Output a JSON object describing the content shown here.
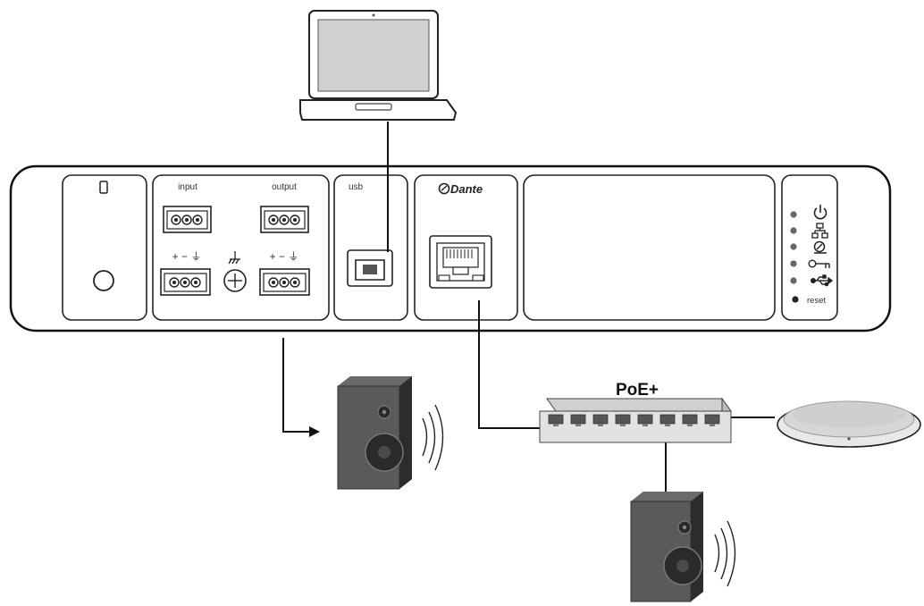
{
  "device": {
    "terminal_labels": {
      "input": "input",
      "output": "output",
      "usb": "usb",
      "reset": "reset",
      "polarity": "+ − ⏚"
    },
    "dante_logo_text": "Dante",
    "status_icons": [
      "power-icon",
      "network-icon",
      "dante-icon",
      "encryption-key-icon",
      "usb-icon"
    ]
  },
  "switch": {
    "label": "PoE+",
    "port_count": 8
  },
  "colors": {
    "line": "#111111",
    "panel_fill": "#ffffff",
    "speaker_dark": "#4a4a4a",
    "switch_fill": "#d9d9d9"
  }
}
